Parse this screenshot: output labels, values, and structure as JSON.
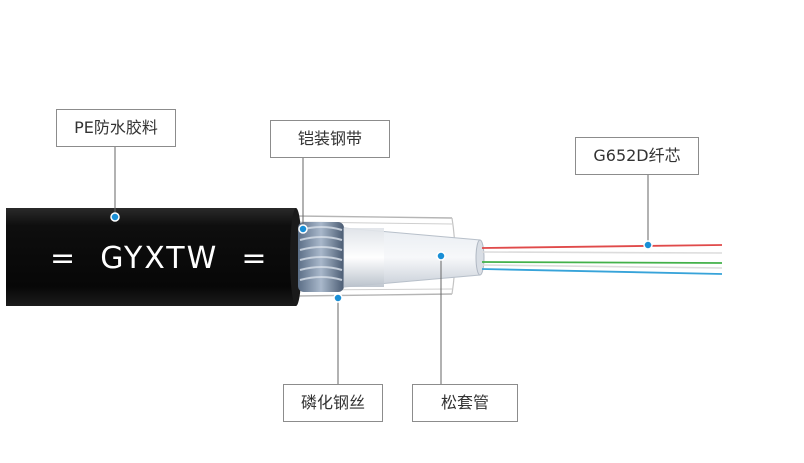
{
  "cable": {
    "print_text": "=  GYXTW  ="
  },
  "labels": {
    "pe_jacket": "PE防水胶料",
    "armor_tape": "铠装钢带",
    "fiber_core": "G652D纤芯",
    "phosphated_wire": "磷化钢丝",
    "loose_tube": "松套管"
  },
  "colors": {
    "jacket": "#0d0d0d",
    "leader_dot": "#1a8fd6",
    "fiber_red": "#e04a4a",
    "fiber_green": "#43b14a",
    "fiber_blue": "#37a3d9",
    "fiber_white": "#e8e8e8"
  }
}
